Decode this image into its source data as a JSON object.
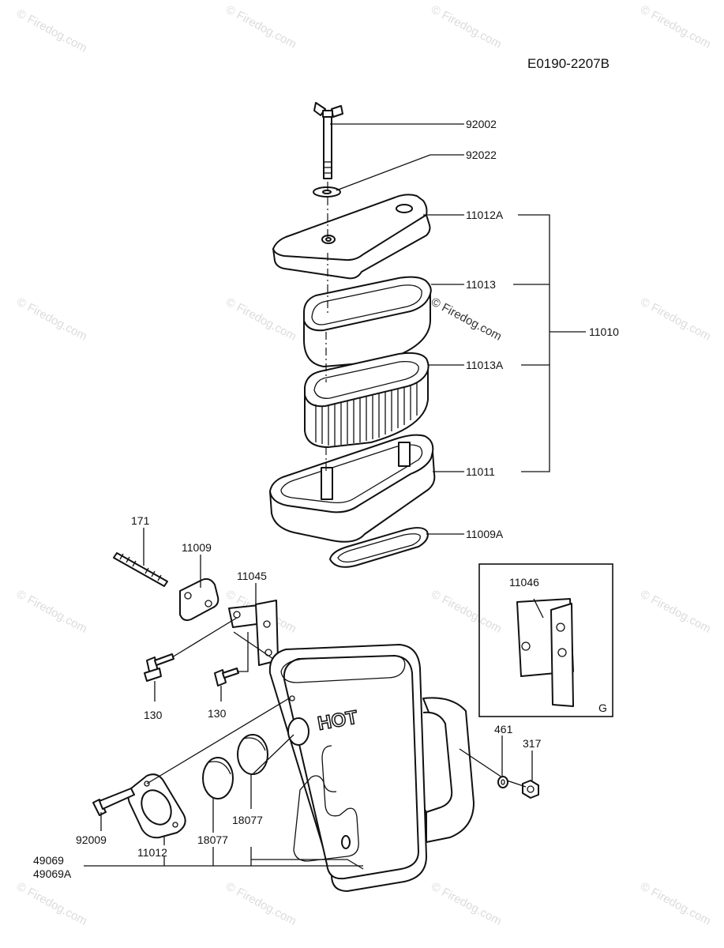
{
  "diagram_id": "E0190-2207B",
  "watermark": "© Firedog.com",
  "inset_letter": "G",
  "parts": {
    "p92002": "92002",
    "p92022": "92022",
    "p11012A": "11012A",
    "p11013": "11013",
    "p11010": "11010",
    "p11013A": "11013A",
    "p11011": "11011",
    "p11009A": "11009A",
    "p171": "171",
    "p11009": "11009",
    "p11045": "11045",
    "p11046": "11046",
    "p130a": "130",
    "p130b": "130",
    "p461": "461",
    "p317": "317",
    "p18077a": "18077",
    "p18077b": "18077",
    "p92009": "92009",
    "p11012": "11012",
    "p49069": "49069",
    "p49069A": "49069A"
  }
}
